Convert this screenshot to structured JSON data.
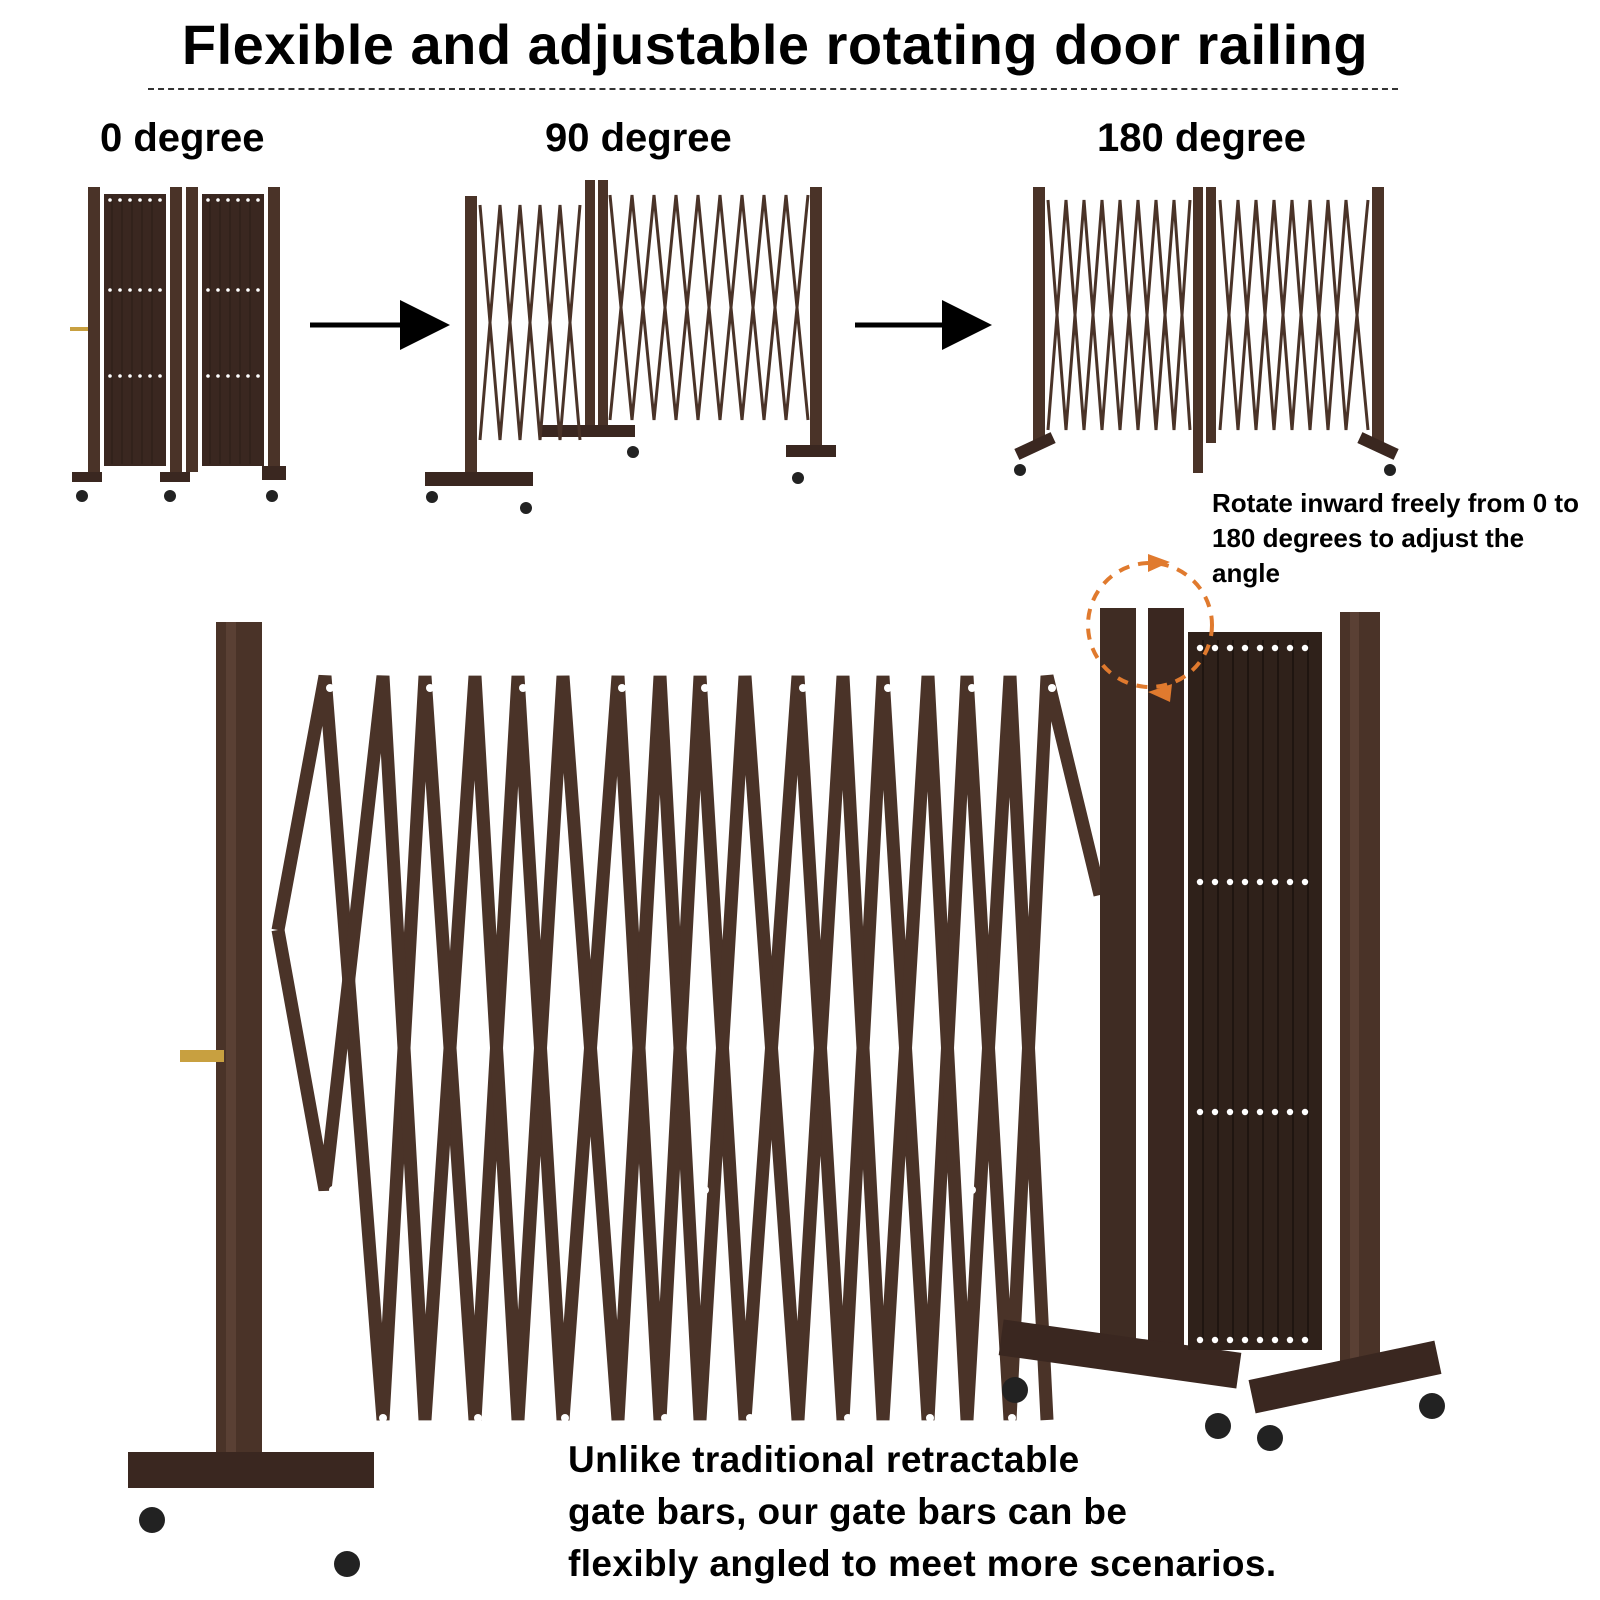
{
  "header": {
    "title": "Flexible and adjustable rotating door railing"
  },
  "angles": [
    {
      "label": "0 degree"
    },
    {
      "label": "90 degree"
    },
    {
      "label": "180 degree"
    }
  ],
  "rotation_note": "Rotate inward freely from 0 to 180 degrees to adjust the angle",
  "caption": {
    "line1": "Unlike traditional retractable",
    "line2": "gate bars, our gate bars can be",
    "line3": "flexibly angled to meet more scenarios."
  },
  "colors": {
    "gate_brown": "#4a3328",
    "gate_dark": "#2f211a",
    "panel_fill": "#3a2720",
    "rotation_arrow": "#e07a2e",
    "text": "#000000"
  }
}
